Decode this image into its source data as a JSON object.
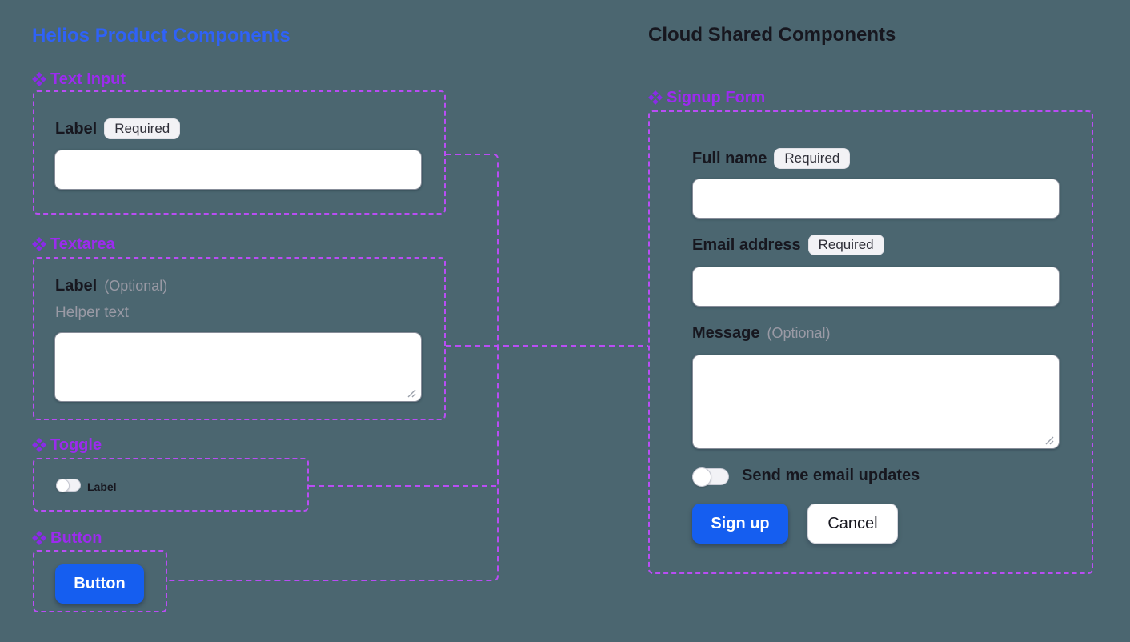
{
  "colors": {
    "background": "#4B6670",
    "helios_title_blue": "#2F62F7",
    "cloud_title_dark": "#17171F",
    "component_purple": "#9C2BEF",
    "connector_purple": "#B94DF4",
    "primary_button_blue": "#155EF0",
    "muted_text": "#9A9AA5"
  },
  "helios": {
    "title": "Helios Product Components",
    "sections": {
      "text_input": {
        "name": "Text Input",
        "label": "Label",
        "badge": "Required"
      },
      "textarea": {
        "name": "Textarea",
        "label": "Label",
        "optional": "(Optional)",
        "helper": "Helper text"
      },
      "toggle": {
        "name": "Toggle",
        "label": "Label"
      },
      "button": {
        "name": "Button",
        "label": "Button"
      }
    }
  },
  "cloud": {
    "title": "Cloud Shared Components",
    "signup": {
      "name": "Signup Form",
      "full_name": {
        "label": "Full name",
        "badge": "Required"
      },
      "email": {
        "label": "Email address",
        "badge": "Required"
      },
      "message": {
        "label": "Message",
        "optional": "(Optional)"
      },
      "toggle_label": "Send me email updates",
      "submit_label": "Sign up",
      "cancel_label": "Cancel"
    }
  }
}
